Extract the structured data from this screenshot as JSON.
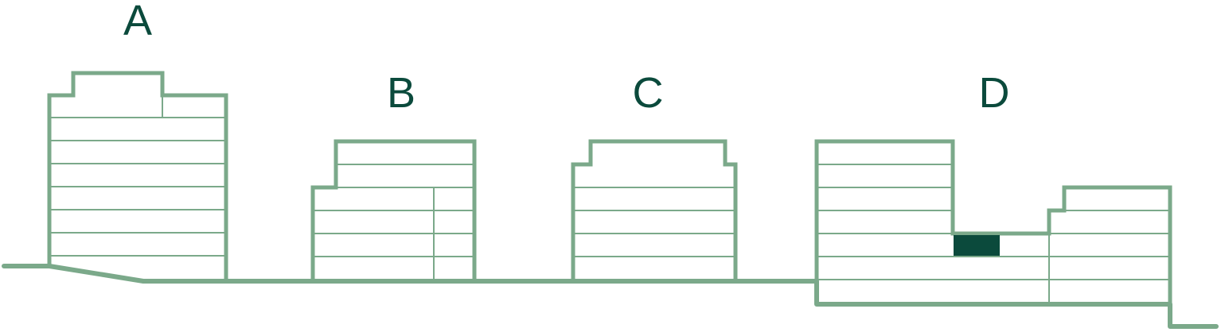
{
  "colors": {
    "outline": "#7ba98a",
    "label": "#0b4a3c",
    "highlight": "#0b4a3c",
    "background": "#ffffff"
  },
  "labels": {
    "a": "A",
    "b": "B",
    "c": "C",
    "d": "D"
  }
}
